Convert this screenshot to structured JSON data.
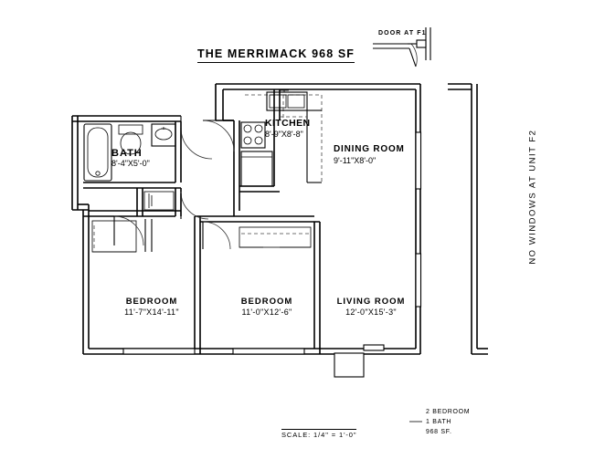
{
  "document": {
    "title": "THE MERRIMACK 968 SF",
    "door_note": "DOOR AT F1",
    "no_windows_note": "NO WINDOWS AT UNIT F2",
    "scale_note": "SCALE: 1/4\" = 1'-0\"",
    "legend": {
      "bedrooms": "2 BEDROOM",
      "baths": "1 BATH",
      "area": "968 SF."
    }
  },
  "rooms": [
    {
      "id": "kitchen",
      "name": "KITCHEN",
      "dimensions": "8'-9\"X8'-8\""
    },
    {
      "id": "dining",
      "name": "DINING ROOM",
      "dimensions": "9'-11\"X8'-0\""
    },
    {
      "id": "bath",
      "name": "BATH",
      "dimensions": "8'-4\"X5'-0\""
    },
    {
      "id": "bedroom-1",
      "name": "BEDROOM",
      "dimensions": "11'-7\"X14'-11\""
    },
    {
      "id": "bedroom-2",
      "name": "BEDROOM",
      "dimensions": "11'-0\"X12'-6\""
    },
    {
      "id": "living",
      "name": "LIVING ROOM",
      "dimensions": "12'-0\"X15'-3\""
    }
  ],
  "colors": {
    "ink": "#000000",
    "paper": "#ffffff",
    "hatch": "#4a4a4a"
  }
}
